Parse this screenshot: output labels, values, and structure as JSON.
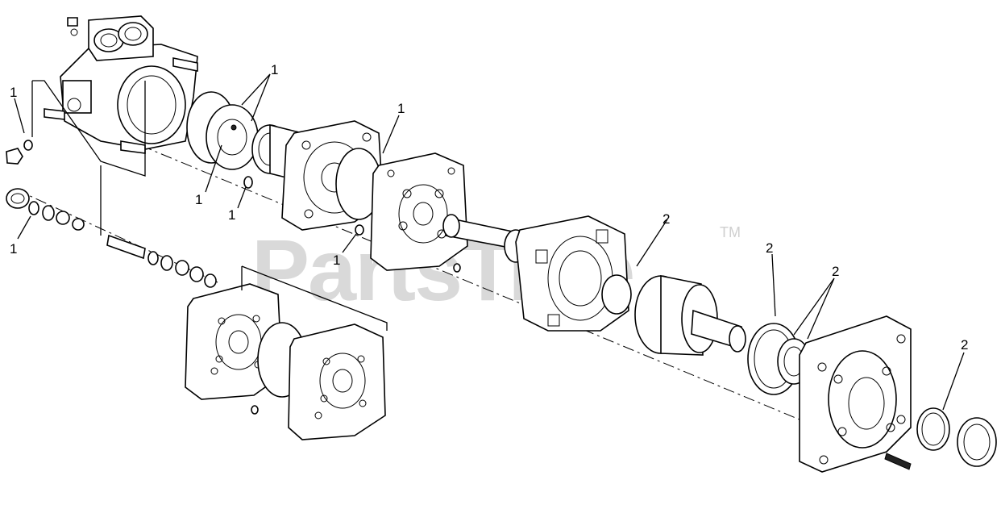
{
  "watermark": {
    "text": "PartsTree",
    "trademark": "TM"
  },
  "callouts": {
    "c1": "1",
    "c2": "1",
    "c3": "1",
    "c4": "1",
    "c5": "1",
    "c6": "1",
    "c7": "1",
    "c8": "2",
    "c9": "2",
    "c10": "2",
    "c11": "2"
  }
}
